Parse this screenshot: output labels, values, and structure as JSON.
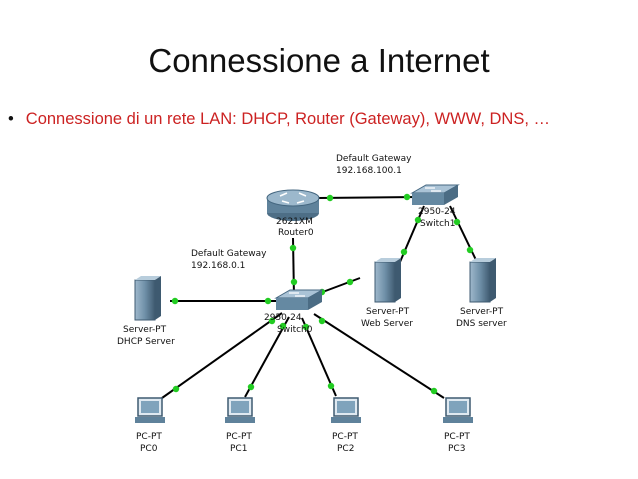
{
  "slide": {
    "title": "Connessione a Internet",
    "bullet": "Connessione di un rete LAN: DHCP, Router (Gateway), WWW, DNS, …"
  },
  "diagram": {
    "gateway_annotations": [
      {
        "title": "Default Gateway",
        "ip": "192.168.100.1"
      },
      {
        "title": "Default Gateway",
        "ip": "192.168.0.1"
      }
    ],
    "devices": {
      "router0": {
        "model": "2621XM",
        "name": "Router0"
      },
      "switch1": {
        "model": "2950-24",
        "name": "Switch1"
      },
      "switch0": {
        "model": "2950-24",
        "name": "Switch0"
      },
      "dhcp_server": {
        "model": "Server-PT",
        "name": "DHCP Server"
      },
      "web_server": {
        "model": "Server-PT",
        "name": "Web Server"
      },
      "dns_server": {
        "model": "Server-PT",
        "name": "DNS server"
      },
      "pc0": {
        "model": "PC-PT",
        "name": "PC0"
      },
      "pc1": {
        "model": "PC-PT",
        "name": "PC1"
      },
      "pc2": {
        "model": "PC-PT",
        "name": "PC2"
      },
      "pc3": {
        "model": "PC-PT",
        "name": "PC3"
      }
    },
    "colors": {
      "link": "#000000",
      "port_up": "#22cc22",
      "device": "#6a8fa8",
      "router": "#5a7f98"
    }
  }
}
